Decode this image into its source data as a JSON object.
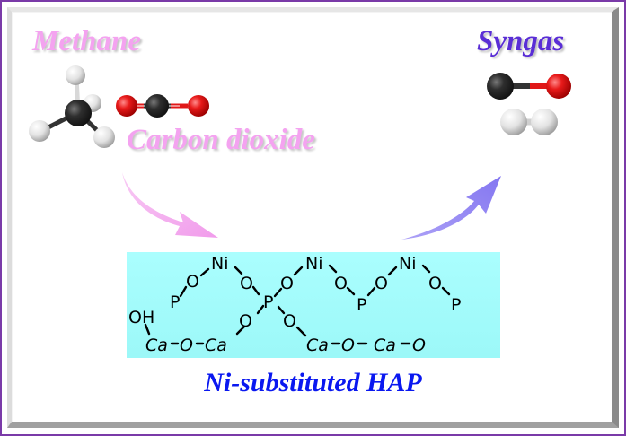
{
  "reactants": {
    "methane_label": "Methane",
    "co2_label": "Carbon dioxide"
  },
  "products": {
    "syngas_label": "Syngas"
  },
  "catalyst": {
    "label": "Ni-substituted HAP",
    "structure_atoms": {
      "ni1": "Ni",
      "ni2": "Ni",
      "ni3": "Ni",
      "o1": "O",
      "o2": "O",
      "o3": "O",
      "o4": "O",
      "o5": "O",
      "o6": "O",
      "o7": "O",
      "o8": "O",
      "p1": "P",
      "p2": "P",
      "p3": "P",
      "p4": "P",
      "oh": "OH",
      "ca1": "Ca",
      "oca1": "O",
      "ca2": "Ca",
      "ca3": "Ca",
      "oca2": "O",
      "ca4": "Ca",
      "oca3": "O"
    }
  },
  "colors": {
    "frame": "#7a3aa8",
    "reactant_text": "#f4a3f0",
    "product_text": "#5a2ed6",
    "catalyst_text": "#0a18f0",
    "catalyst_bg": "#9ffcfc",
    "arrow_in": "#f2a6ee",
    "arrow_out": "#8c80f0",
    "carbon": "#2a2a2a",
    "oxygen": "#e01818",
    "hydrogen": "#e8e8e8"
  }
}
